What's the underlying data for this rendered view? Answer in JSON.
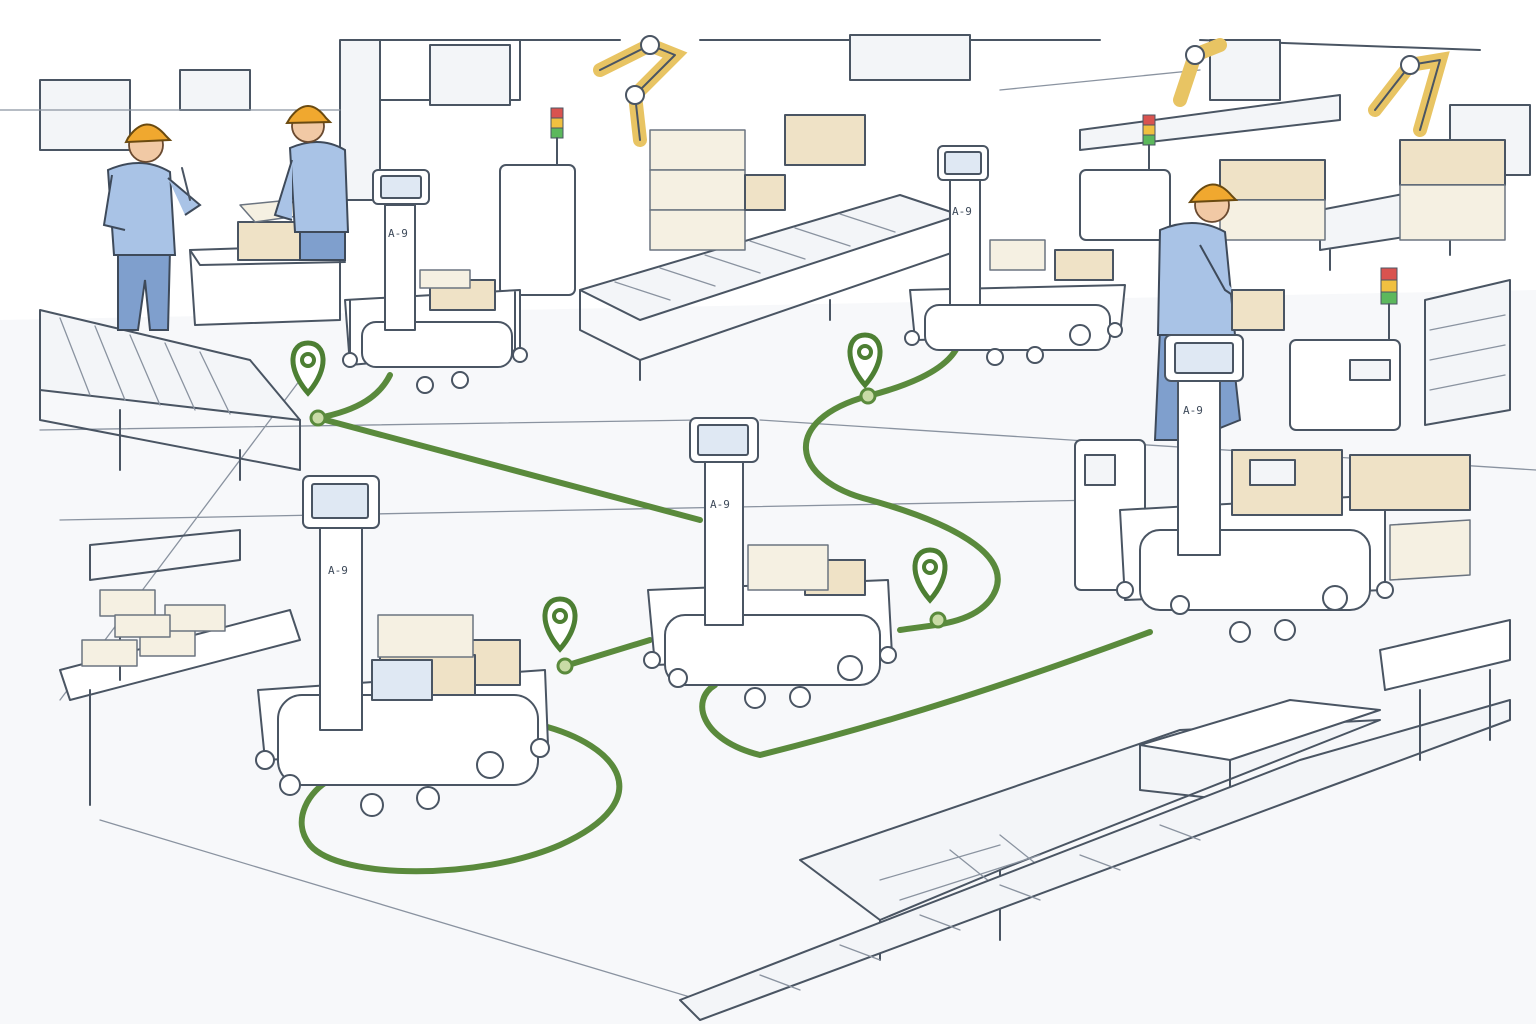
{
  "scene": {
    "description_kind": "illustration",
    "robots": [
      {
        "id": "robot-back-left",
        "label": "A-9"
      },
      {
        "id": "robot-back-center",
        "label": "A-9"
      },
      {
        "id": "robot-right",
        "label": "A-9"
      },
      {
        "id": "robot-center",
        "label": "A-9"
      },
      {
        "id": "robot-front-left",
        "label": "A-9"
      }
    ],
    "colors": {
      "route": "#5a8a3c",
      "hardhat": "#f0a82f",
      "uniform": "#a9c3e6",
      "cardboard": "#efe2c6",
      "robot_arm": "#e8c463",
      "signal_red": "#d9534f",
      "signal_yellow": "#f0c040",
      "signal_green": "#5cb85c"
    },
    "icons": [
      "map-pin-icon",
      "map-pin-icon",
      "map-pin-icon",
      "map-pin-icon"
    ]
  }
}
